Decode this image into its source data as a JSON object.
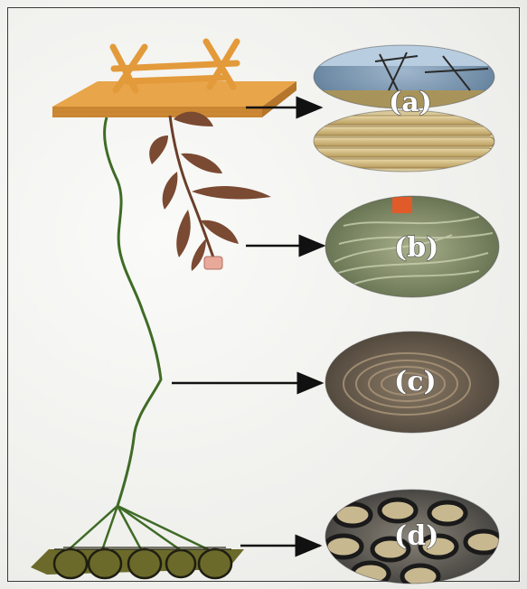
{
  "panels": [
    {
      "id": "a",
      "label": "(a)"
    },
    {
      "id": "b",
      "label": "(b)"
    },
    {
      "id": "c",
      "label": "(c)"
    },
    {
      "id": "d",
      "label": "(d)"
    }
  ],
  "colors": {
    "raft": "#e39a3a",
    "raft_dark": "#b8722a",
    "rope": "#3f6b26",
    "seaweed": "#7a4a32",
    "anchor": "#6b6a2a",
    "arrow": "#111111"
  }
}
